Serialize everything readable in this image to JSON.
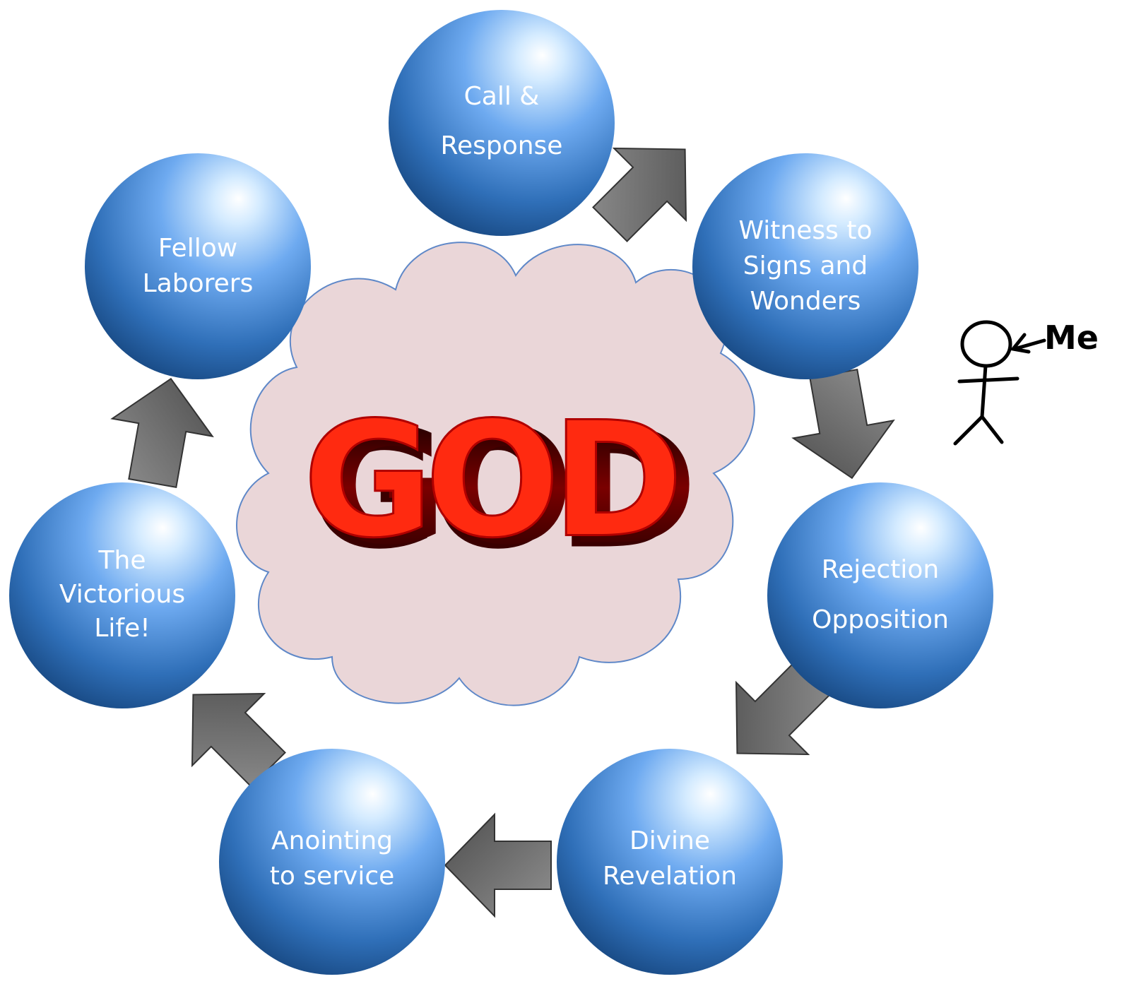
{
  "center": {
    "label": "GOD",
    "color": "#ff2a10"
  },
  "nodes": [
    {
      "id": "call-response",
      "lines": [
        "Call &",
        "Response"
      ]
    },
    {
      "id": "witness",
      "lines": [
        "Witness to",
        "Signs and",
        "Wonders"
      ]
    },
    {
      "id": "rejection",
      "lines": [
        "Rejection",
        "Opposition"
      ]
    },
    {
      "id": "divine-revelation",
      "lines": [
        "Divine",
        "Revelation"
      ]
    },
    {
      "id": "anointing",
      "lines": [
        "Anointing",
        "to service"
      ]
    },
    {
      "id": "victorious-life",
      "lines": [
        "The",
        "Victorious",
        "Life!"
      ]
    },
    {
      "id": "fellow-laborers",
      "lines": [
        "Fellow",
        "Laborers"
      ]
    }
  ],
  "annotation": {
    "text": "Me"
  },
  "colors": {
    "sphere": "#3a86d8",
    "arrow": "#6e6e6e",
    "cloud": "#ead6d8",
    "cloud_stroke": "#5f88c8"
  }
}
